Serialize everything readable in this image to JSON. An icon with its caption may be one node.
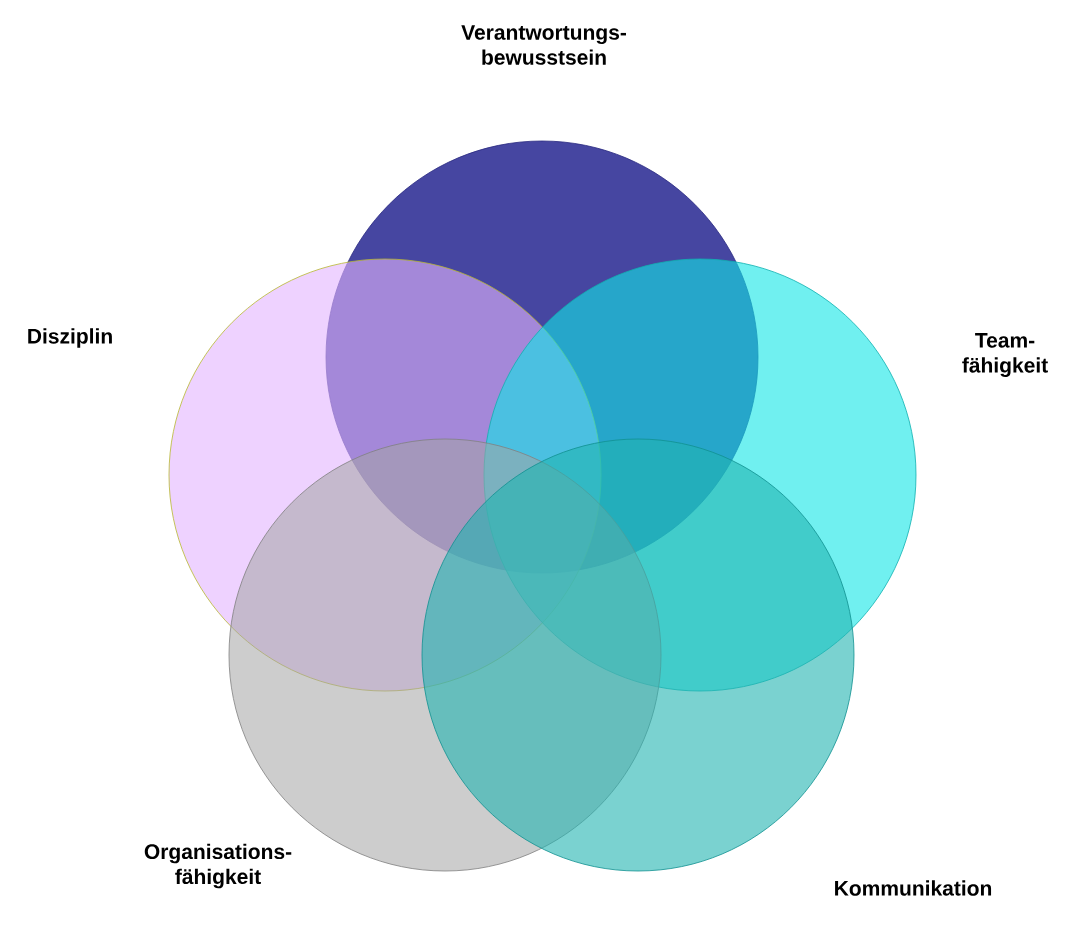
{
  "diagram": {
    "nodes": [
      {
        "text": [
          "Verantwortungs- bewusstsein"
        ]
      },
      {
        "text": [
          "Disziplin"
        ]
      },
      {
        "text": [
          "Team- fähigkeit"
        ]
      },
      {
        "text": [
          "Organisations- fähigkeit"
        ]
      },
      {
        "text": [
          "Kommunikation"
        ]
      }
    ]
  }
}
